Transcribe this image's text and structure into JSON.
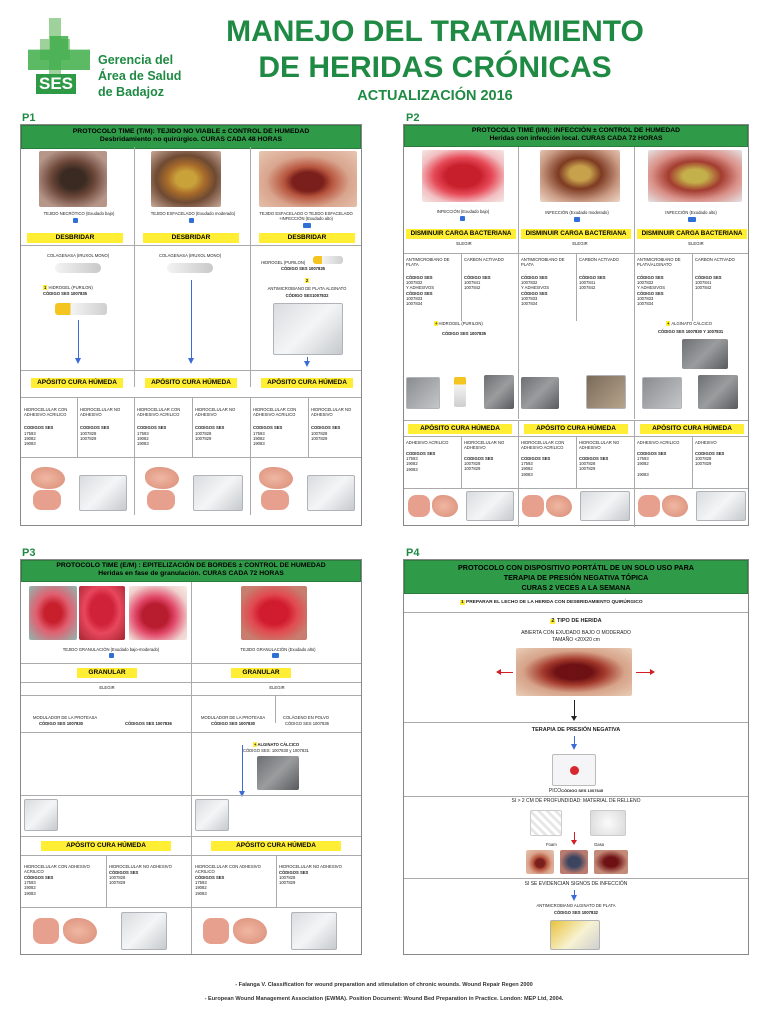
{
  "header": {
    "title1": "MANEJO DEL TRATAMIENTO",
    "title2": "DE HERIDAS CRÓNICAS",
    "subtitle": "ACTUALIZACIÓN 2016",
    "logo_lines": [
      "Gerencia del",
      "Área de Salud",
      "de Badajoz"
    ],
    "logo_text": "SES"
  },
  "p1": {
    "tag": "P1",
    "bar1": "PROTOCOLO TIME (T/M): TEJIDO NO VIABLE ± CONTROL DE HUMEDAD",
    "bar2": "Desbridamiento no quirúrgico. CURAS CADA 48 HORAS",
    "photo_labels": [
      "TEJIDO NECRÓTICO (Exudado bajo)",
      "TEJIDO ESFACELADO (Exudado moderado)",
      "TEJIDO ESFACELADO O TEJIDO ESFACELADO +INFECCIÓN (Exudado alto)"
    ],
    "action": "DESBRIDAR",
    "col1": [
      "COLAGENASA  (IRUXOL MONO)",
      "HIDROGEL (PURILON)",
      "CÓDIGO SES 1007835"
    ],
    "col2": [
      "COLAGENASA  (IRUXOL MONO)"
    ],
    "col3": [
      "HIDROGEL (PURILON)",
      "CÓDIGO SES 1007835",
      "ANTIMICROBIANO DE PLATA ALGINATO",
      "CÓDIGO SES1007832"
    ],
    "aposito": "APÓSITO CURA HÚMEDA",
    "dress_a": "HIDROCELULAR CON ADHESIVO ACRILICO",
    "dress_b": "HIDROCELULAR NO ADHESIVO",
    "codes_label": "CODIGOS SES",
    "codes_a": [
      "17593",
      "19082",
      "19083"
    ],
    "codes_b": [
      "1007828",
      "1007829"
    ]
  },
  "p2": {
    "tag": "P2",
    "bar1": "PROTOCOLO TIME (I/M): INFECCIÓN ± CONTROL DE HUMEDAD",
    "bar2": "Heridas con infección local. CURAS CADA 72 HORAS",
    "photo_labels": [
      "INFECCIÓN (Exudado bajo)",
      "INFECCIÓN (Exudado moderado)",
      "INFECCIÓN (Exudado alto)"
    ],
    "action": "DISMINUIR CARGA BACTERIANA",
    "elegir": "ELEGIR",
    "opt_a": "ANTIMICROBIANO DE PLATA",
    "opt_b": "CARBON ACTIVADO",
    "opt_a3": "ANTIMICROBIANO DE PLATA/ALGINATO",
    "codes_a": [
      "CÓDIGO SES",
      "1007832",
      "Y ADHESIVOS",
      "CÓDIGO SES",
      "1007833",
      "1007834"
    ],
    "codes_b": [
      "CÓDIGO SES",
      "1007841",
      "1007842"
    ],
    "hidrogel": "HIDROGEL (PURILON)",
    "hidrogel_code": "CÓDIGO SES 1007835",
    "alginato": "ALGINATO CÁLCICO",
    "alginato_code": "CÓDIGO SES 1007830 Y 1007831",
    "aposito": "APÓSITO CURA HÚMEDA",
    "dress_a": "ADHESIVO ACRILICO",
    "dress_b": "HIDROCELULAR NO ADHESIVO",
    "dress_c": "HIDROCELULAR CON ADHESIVO ACRILICO",
    "dress_d": "ADHESIVO",
    "codes_label": "CODIGOS SES",
    "codes_x": [
      "17593",
      "19082",
      "19083"
    ],
    "codes_y": [
      "1007828",
      "1007829"
    ]
  },
  "p3": {
    "tag": "P3",
    "bar1": "PROTOCOLO TIME (E/M) : EPITELIZACIÓN DE BORDES ± CONTROL DE HUMEDAD",
    "bar2": "Heridas en fase de granulación. CURAS CADA 72 HORAS",
    "photo_labels": [
      "TEJIDO GRANULACIÓN (Exudado bajo-moderado)",
      "TEJIDO GRANULACIÓN (Exudado alto)"
    ],
    "action": "GRANULAR",
    "elegir": "ELEGIR",
    "mod1": "MODULADOR DE LA PROTEASA",
    "mod1_code": "CÓDIGO SES 1007830",
    "mod1_code2": "CÓDIGOS SES 1007836",
    "mod2": "MODULADOR DE LA PROTEASA",
    "mod2_code": "CÓDIGO SES 1007830",
    "col": "COLÁGENO EN POLVO",
    "col_code": "CÓDIGO SES 1007836",
    "alg": "ALGINATO CÁLCICO",
    "alg_code": "CÓDIGO SES: 1007830 y 1007831",
    "aposito": "APÓSITO CURA HÚMEDA",
    "dress_a": "HIDROCELULAR CON ADHESIVO ACRILICO",
    "dress_b": "HIDROCELULAR NO ADHESIVO",
    "codes_label": "CÓDIGOS SES",
    "codes_a": [
      "17593",
      "19082",
      "19083"
    ],
    "codes_b": [
      "1007828",
      "1007829"
    ]
  },
  "p4": {
    "tag": "P4",
    "bar1": "PROTOCOLO CON DISPOSITIVO PORTÁTIL DE UN SOLO USO PARA",
    "bar2": "TERAPIA DE PRESIÓN NEGATIVA  TÓPICA",
    "bar3": "CURAS 2 VECES A LA SEMANA",
    "step1": "PREPARAR EL LECHO DE LA HERIDA CON DESBRIDAMIENTO QUIRÚRGICO",
    "step2": "TIPO DE HERIDA",
    "step2_desc": "ABIERTA CON EXUDADO BAJO O MODERADO",
    "step2_size": "TAMAÑO <20X20 cm",
    "tpn": "TERAPIA DE PRESIÓN NEGATIVA",
    "pico": "PICO",
    "pico_code": "CÓDIGO SES 1007645",
    "relleno": "SI > 2 CM DE PROFUNDIDAD: MATERIAL DE RELLENO",
    "foam": "Foam",
    "gasa": "Gasa",
    "infeccion": "SI SE EVIDENCIAN SIGNOS DE INFECCIÓN",
    "antimic": "ANTIMICROBIANO ALGINATO DE PLATA",
    "antimic_code": "CÓDIGO SES 1007832"
  },
  "refs": [
    "- Falanga V. Classification for wound preparation and stimulation of chronic wounds. Wound Repair Regen 2000",
    "- European Wound Management Association (EWMA). Position Document: Wound Bed Preparation in Practice. London: MEP Ltd, 2004."
  ]
}
